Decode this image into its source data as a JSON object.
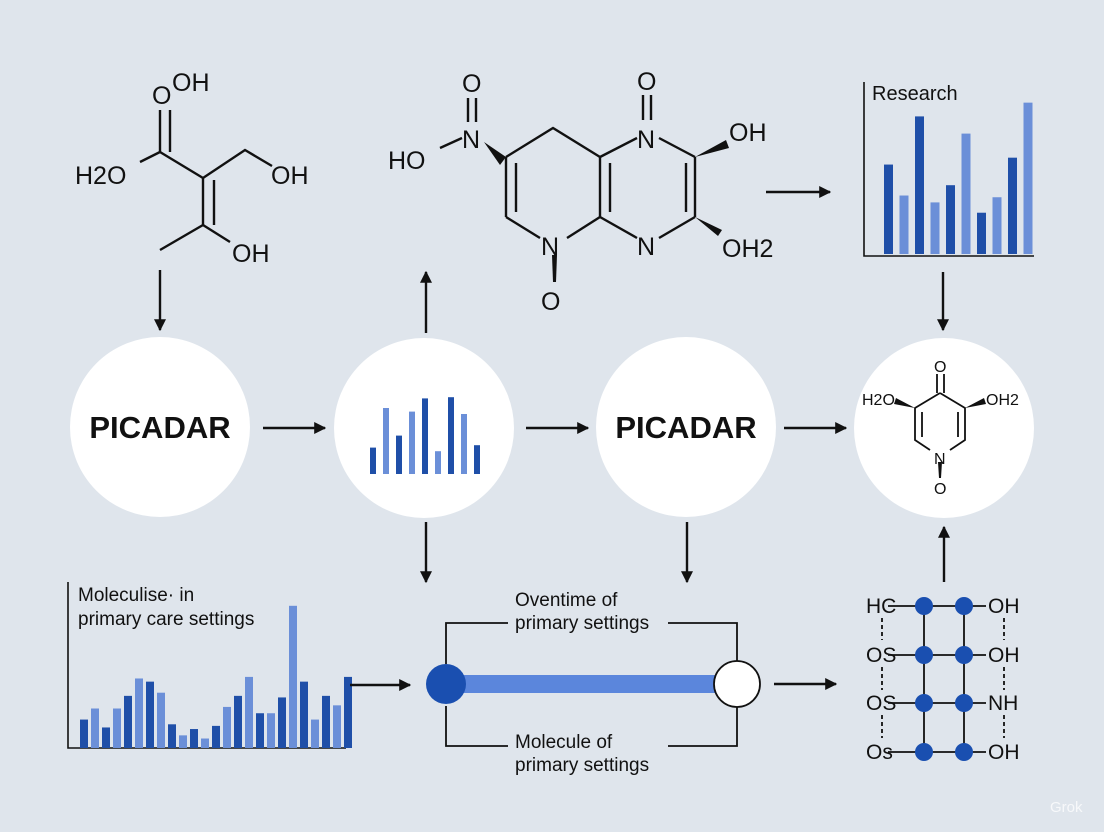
{
  "nodes": {
    "node1": {
      "label": "PICADAR"
    },
    "node3": {
      "label": "PICADAR"
    }
  },
  "structures": {
    "top_left": {
      "labels": [
        "O",
        "OH",
        "H2O",
        "OH",
        "OH"
      ]
    },
    "top_center": {
      "labels": [
        "O",
        "O",
        "N",
        "N",
        "HO",
        "OH",
        "N",
        "N",
        "OH2",
        "O"
      ]
    },
    "pyridone": {
      "labels": [
        "O",
        "H2O",
        "OH2",
        "N",
        "O"
      ]
    },
    "grid": {
      "row_left": [
        "HC",
        "OS",
        "OS",
        "Os"
      ],
      "row_right": [
        "OH",
        "OH",
        "NH",
        "OH"
      ]
    }
  },
  "charts": {
    "research": {
      "title": "Research",
      "colors": [
        "#1f4fa8",
        "#6b8fd8"
      ],
      "values": [
        52,
        34,
        80,
        30,
        40,
        70,
        24,
        33,
        56,
        88
      ]
    },
    "center": {
      "colors": [
        "#1f4fa8",
        "#6b8fd8"
      ],
      "values": [
        22,
        55,
        32,
        52,
        63,
        19,
        64,
        50,
        24
      ]
    },
    "bottom_left": {
      "title_line1": "Moleculise· in",
      "title_line2": "primary care settings",
      "colors": [
        "#1f4fa8",
        "#6b8fd8"
      ],
      "values": [
        18,
        25,
        13,
        25,
        33,
        44,
        42,
        35,
        15,
        8,
        12,
        6,
        14,
        26,
        33,
        45,
        22,
        22,
        32,
        90,
        42,
        18,
        33,
        27,
        45
      ]
    }
  },
  "timeline": {
    "top_label_line1": "Oventime of",
    "top_label_line2": "primary settings",
    "bottom_label_line1": "Molecule of",
    "bottom_label_line2": "primary settings",
    "start_color": "#1a4fb0",
    "bar_color": "#5b86dc"
  },
  "watermark": {
    "text": "Grok"
  }
}
